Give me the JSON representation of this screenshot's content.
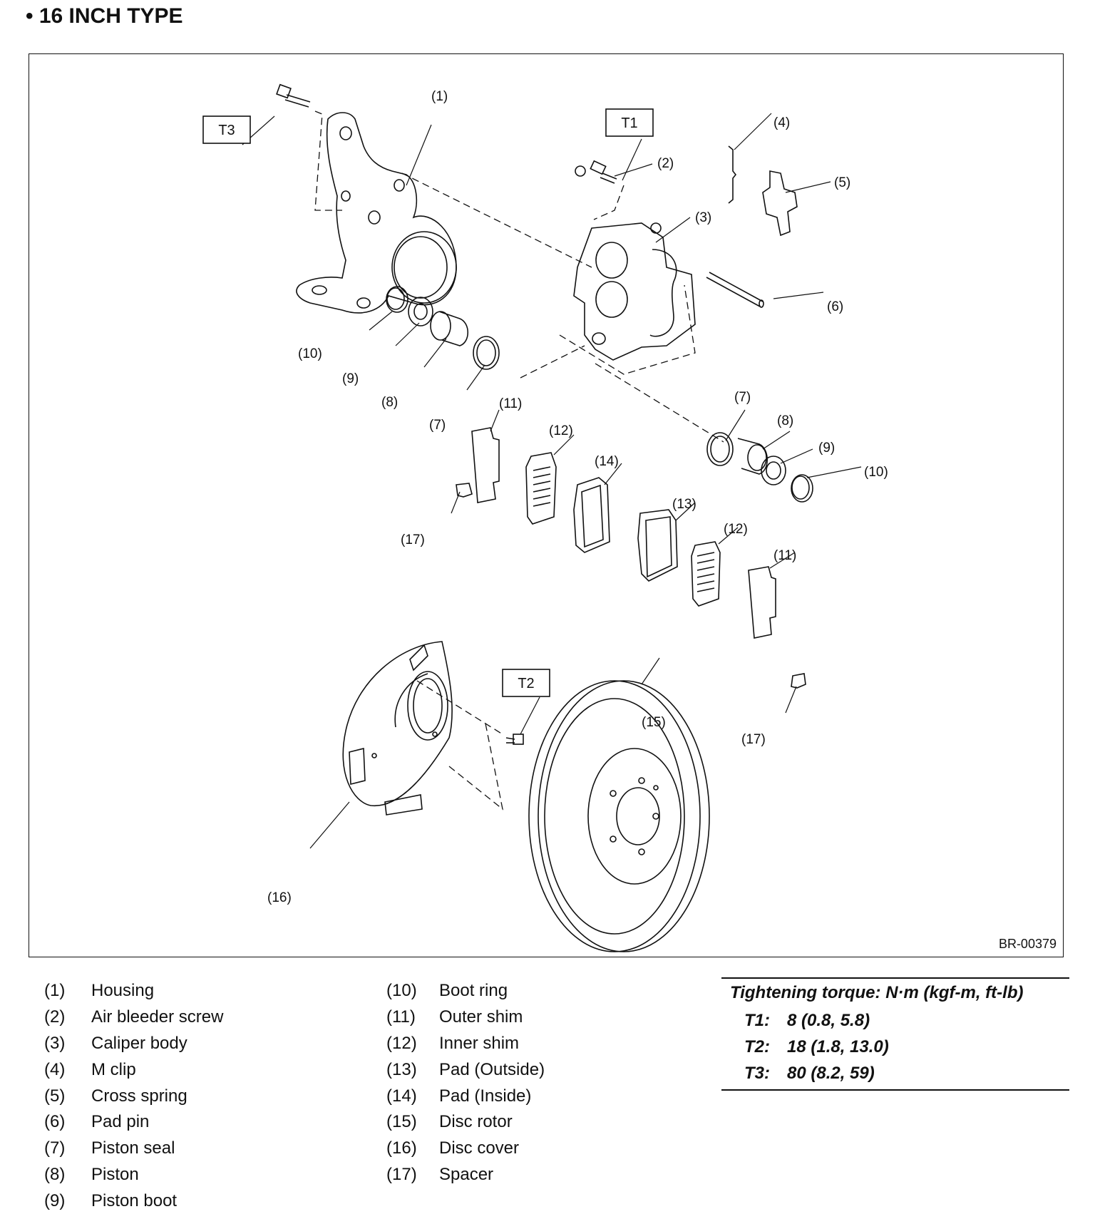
{
  "title": "• 16 INCH TYPE",
  "diagram": {
    "code": "BR-00379",
    "callouts": {
      "c1": "(1)",
      "c2": "(2)",
      "c3": "(3)",
      "c4": "(4)",
      "c5": "(5)",
      "c6": "(6)",
      "c7a": "(7)",
      "c7b": "(7)",
      "c8a": "(8)",
      "c8b": "(8)",
      "c9a": "(9)",
      "c9b": "(9)",
      "c10a": "(10)",
      "c10b": "(10)",
      "c11a": "(11)",
      "c11b": "(11)",
      "c12a": "(12)",
      "c12b": "(12)",
      "c13": "(13)",
      "c14": "(14)",
      "c15": "(15)",
      "c16": "(16)",
      "c17a": "(17)",
      "c17b": "(17)"
    },
    "torque_tags": {
      "t1": "T1",
      "t2": "T2",
      "t3": "T3"
    }
  },
  "legend": [
    {
      "num": "(1)",
      "name": "Housing"
    },
    {
      "num": "(2)",
      "name": "Air bleeder screw"
    },
    {
      "num": "(3)",
      "name": "Caliper body"
    },
    {
      "num": "(4)",
      "name": "M clip"
    },
    {
      "num": "(5)",
      "name": "Cross spring"
    },
    {
      "num": "(6)",
      "name": "Pad pin"
    },
    {
      "num": "(7)",
      "name": "Piston seal"
    },
    {
      "num": "(8)",
      "name": "Piston"
    },
    {
      "num": "(9)",
      "name": "Piston boot"
    },
    {
      "num": "(10)",
      "name": "Boot ring"
    },
    {
      "num": "(11)",
      "name": "Outer shim"
    },
    {
      "num": "(12)",
      "name": "Inner shim"
    },
    {
      "num": "(13)",
      "name": "Pad (Outside)"
    },
    {
      "num": "(14)",
      "name": "Pad (Inside)"
    },
    {
      "num": "(15)",
      "name": "Disc rotor"
    },
    {
      "num": "(16)",
      "name": "Disc cover"
    },
    {
      "num": "(17)",
      "name": "Spacer"
    }
  ],
  "torque": {
    "heading": "Tightening torque: N·m (kgf-m, ft-lb)",
    "rows": [
      {
        "key": "T1:",
        "value": "8 (0.8, 5.8)"
      },
      {
        "key": "T2:",
        "value": "18 (1.8, 13.0)"
      },
      {
        "key": "T3:",
        "value": "80 (8.2, 59)"
      }
    ]
  }
}
